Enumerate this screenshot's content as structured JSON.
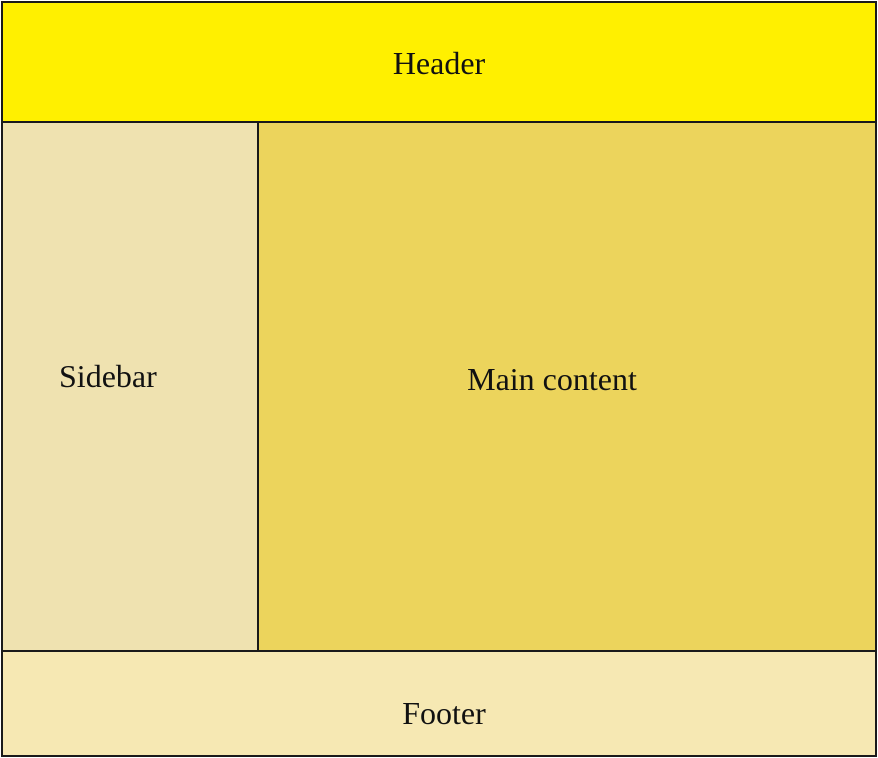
{
  "regions": {
    "header": {
      "label": "Header",
      "color": "#fff000"
    },
    "sidebar": {
      "label": "Sidebar",
      "color": "#efe2b0"
    },
    "main": {
      "label": "Main content",
      "color": "#ecd45c"
    },
    "footer": {
      "label": "Footer",
      "color": "#f6e8b3"
    }
  },
  "border_color": "#1a1a1a"
}
